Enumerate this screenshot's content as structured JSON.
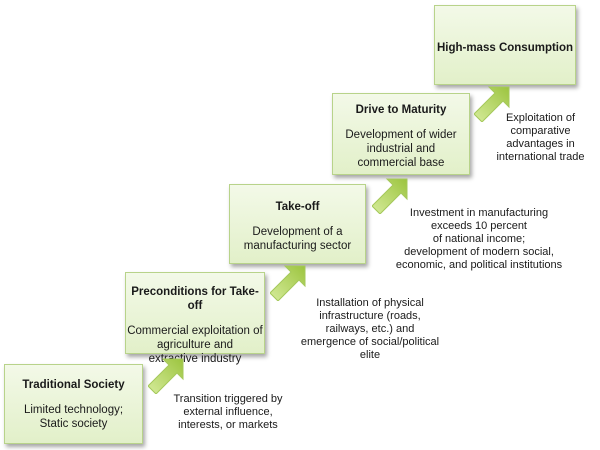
{
  "colors": {
    "box_fill_top": "#f3f9e8",
    "box_fill_bottom": "#e2f0c9",
    "box_border": "#b8d38a",
    "arrow_light": "#d6ec9c",
    "arrow_dark": "#9cc43f"
  },
  "stages": [
    {
      "title": "Traditional Society",
      "desc_lines": [
        "Limited technology;",
        "Static society"
      ],
      "note_lines": [
        "Transition triggered by",
        "external influence,",
        "interests, or markets"
      ]
    },
    {
      "title": "Preconditions for Take-off",
      "desc_lines": [
        "Commercial exploitation of",
        "agriculture and",
        "extractive industry"
      ],
      "note_lines": [
        "Installation of physical",
        "infrastructure (roads,",
        "railways, etc.) and",
        "emergence of social/political",
        "elite"
      ]
    },
    {
      "title": "Take-off",
      "desc_lines": [
        "Development of a",
        "manufacturing sector"
      ],
      "note_lines": [
        "Investment in manufacturing",
        "exceeds 10 percent",
        "of national income;",
        "development of modern social,",
        "economic, and political institutions"
      ]
    },
    {
      "title": "Drive to Maturity",
      "desc_lines": [
        "Development of wider",
        "industrial and",
        "commercial base"
      ],
      "note_lines": [
        "Exploitation of",
        "comparative",
        "advantages in",
        "international trade"
      ]
    },
    {
      "title": "High-mass Consumption",
      "desc_lines": [],
      "note_lines": []
    }
  ]
}
